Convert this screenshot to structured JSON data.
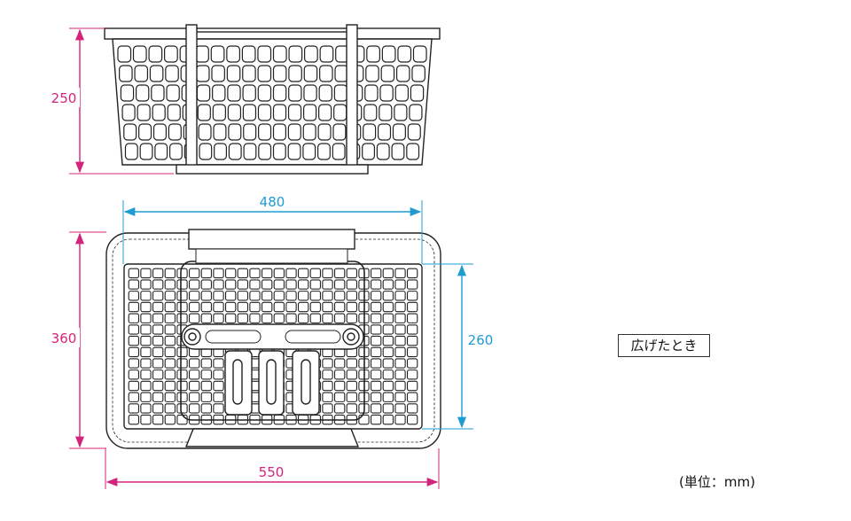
{
  "diagram": {
    "dimensions": {
      "side_height": "250",
      "top_inner_width": "480",
      "top_depth": "360",
      "top_inner_depth": "260",
      "top_width": "550"
    },
    "state_label": "広げたとき",
    "unit_note": "(単位：mm)",
    "colors": {
      "outer_dimension": "#d4237a",
      "inner_dimension": "#1e9cd2",
      "line": "#222222"
    }
  }
}
